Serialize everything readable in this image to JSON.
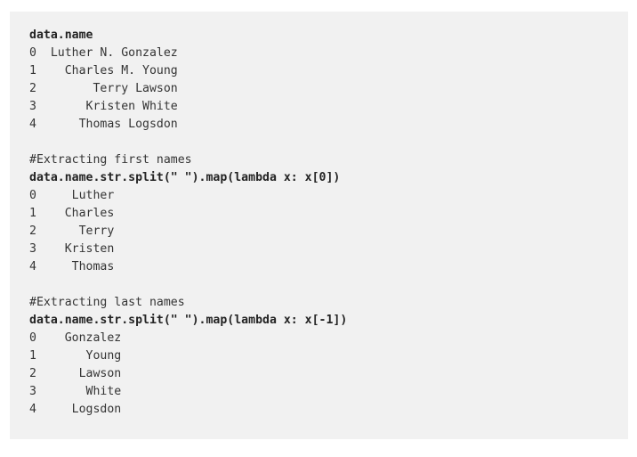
{
  "cell": {
    "kind": "code-output-cell",
    "background_color": "#f1f1f1",
    "page_background_color": "#ffffff",
    "text_color": "#343434",
    "bold_text_color": "#232323",
    "sections": [
      {
        "id": "series-name",
        "header": "data.name",
        "header_bold": true,
        "comment": null,
        "rows": [
          {
            "index": "0",
            "value": "Luther N. Gonzalez"
          },
          {
            "index": "1",
            "value": "Charles M. Young"
          },
          {
            "index": "2",
            "value": "Terry Lawson"
          },
          {
            "index": "3",
            "value": "Kristen White"
          },
          {
            "index": "4",
            "value": "Thomas Logsdon"
          }
        ],
        "rows_text": [
          "0  Luther N. Gonzalez",
          "1    Charles M. Young",
          "2        Terry Lawson",
          "3       Kristen White",
          "4      Thomas Logsdon"
        ]
      },
      {
        "id": "first-names",
        "comment": "#Extracting first names",
        "header": "data.name.str.split(\" \").map(lambda x: x[0])",
        "header_bold": true,
        "rows": [
          {
            "index": "0",
            "value": "Luther"
          },
          {
            "index": "1",
            "value": "Charles"
          },
          {
            "index": "2",
            "value": "Terry"
          },
          {
            "index": "3",
            "value": "Kristen"
          },
          {
            "index": "4",
            "value": "Thomas"
          }
        ],
        "rows_text": [
          "0     Luther",
          "1    Charles",
          "2      Terry",
          "3    Kristen",
          "4     Thomas"
        ]
      },
      {
        "id": "last-names",
        "comment": "#Extracting last names",
        "header": "data.name.str.split(\" \").map(lambda x: x[-1])",
        "header_bold": true,
        "rows": [
          {
            "index": "0",
            "value": "Gonzalez"
          },
          {
            "index": "1",
            "value": "Young"
          },
          {
            "index": "2",
            "value": "Lawson"
          },
          {
            "index": "3",
            "value": "White"
          },
          {
            "index": "4",
            "value": "Logsdon"
          }
        ],
        "rows_text": [
          "0    Gonzalez",
          "1       Young",
          "2      Lawson",
          "3       White",
          "4     Logsdon"
        ]
      }
    ]
  }
}
